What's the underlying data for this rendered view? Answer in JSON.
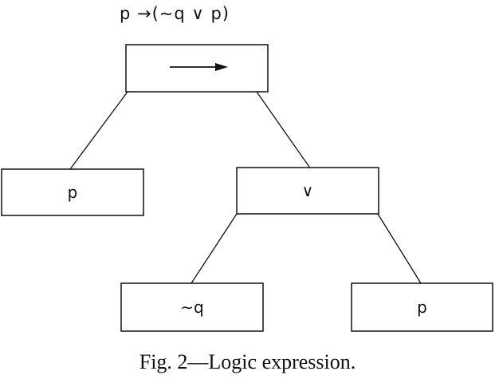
{
  "expression": "p →(∼q ∨ p)",
  "nodes": {
    "root": "→",
    "left": "p",
    "right": "∨",
    "right_left": "∼q",
    "right_right": "p"
  },
  "caption": "Fig. 2—Logic expression.",
  "colors": {
    "ink": "#111111",
    "background": "#ffffff"
  }
}
